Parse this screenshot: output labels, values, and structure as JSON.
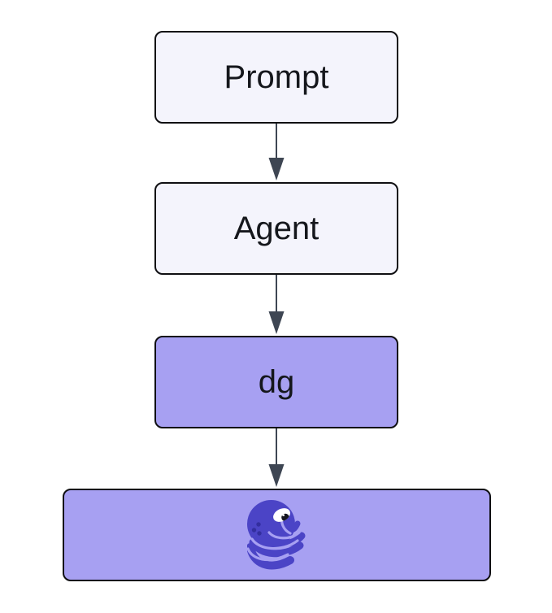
{
  "diagram": {
    "type": "flowchart-top-down",
    "nodes": [
      {
        "id": "prompt",
        "label": "Prompt",
        "kind": "default"
      },
      {
        "id": "agent",
        "label": "Agent",
        "kind": "default"
      },
      {
        "id": "dg",
        "label": "dg",
        "kind": "highlight"
      },
      {
        "id": "octopus",
        "label": "",
        "kind": "highlight",
        "icon": "octopus-icon"
      }
    ],
    "edges": [
      {
        "from": "prompt",
        "to": "agent",
        "style": "arrow-down"
      },
      {
        "from": "agent",
        "to": "dg",
        "style": "arrow-down"
      },
      {
        "from": "dg",
        "to": "octopus",
        "style": "arrow-down"
      }
    ],
    "colors": {
      "background": "#ffffff",
      "node_default_fill": "#f4f4fc",
      "node_highlight_fill": "#a7a0f2",
      "node_border": "#0f0f12",
      "node_text": "#15171c",
      "edge": "#3e4653",
      "octopus_body": "#4b44c6",
      "octopus_spots": "#332e9f",
      "octopus_eye": "#ffffff",
      "octopus_pupil": "#16161f"
    }
  }
}
